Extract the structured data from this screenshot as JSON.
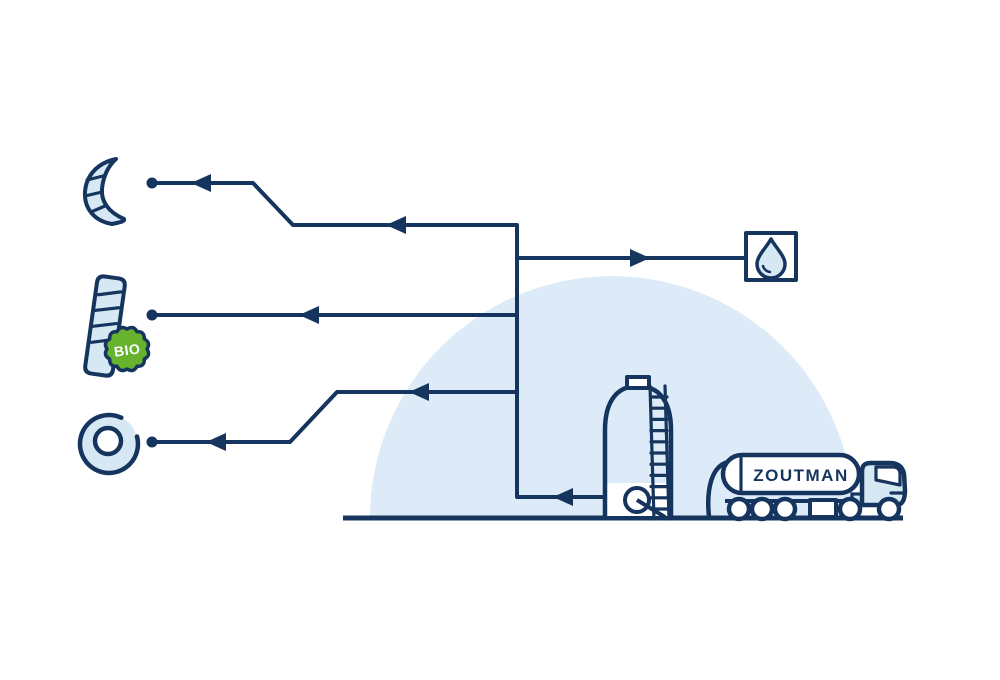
{
  "labels": {
    "tanker": "ZOUTMAN",
    "badge": "BIO"
  },
  "colors": {
    "navy": "#15355e",
    "icon_fill": "#d7e8f5",
    "dome_fill": "#dcebf7",
    "badge_green": "#67b32e",
    "white": "#ffffff"
  },
  "icons": [
    "croissant-icon",
    "bio-baguette-icon",
    "donut-icon",
    "water-drop-icon",
    "storage-silo-icon",
    "tanker-truck-icon"
  ],
  "flow": {
    "edges": [
      {
        "from": "tanker-truck",
        "to": "storage-silo"
      },
      {
        "from": "storage-silo",
        "to": "distribution-line"
      },
      {
        "from": "distribution-line",
        "to": "croissant"
      },
      {
        "from": "distribution-line",
        "to": "water-drop"
      },
      {
        "from": "distribution-line",
        "to": "bio-baguette"
      },
      {
        "from": "distribution-line",
        "to": "donut"
      }
    ]
  }
}
